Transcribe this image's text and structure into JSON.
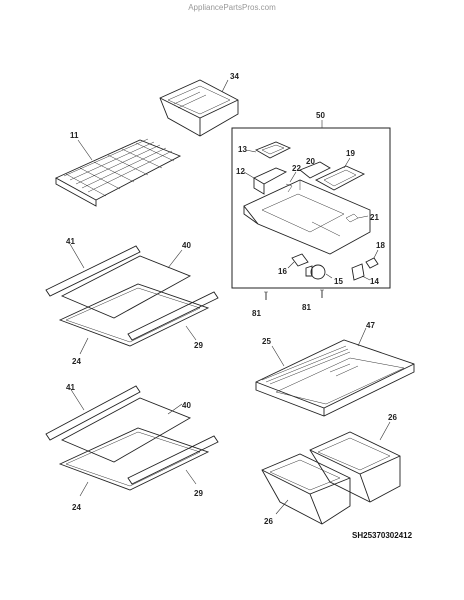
{
  "header": {
    "source": "AppliancePartsPros.com"
  },
  "diagram_code": "SH25370302412",
  "callouts": {
    "c34": "34",
    "c11": "11",
    "c50": "50",
    "c13": "13",
    "c12": "12",
    "c22": "22",
    "c20": "20",
    "c19": "19",
    "c21": "21",
    "c18": "18",
    "c16": "16",
    "c15": "15",
    "c14": "14",
    "c81a": "81",
    "c81b": "81",
    "c41a": "41",
    "c40a": "40",
    "c24a": "24",
    "c29a": "29",
    "c41b": "41",
    "c40b": "40",
    "c24b": "24",
    "c29b": "29",
    "c25": "25",
    "c47": "47",
    "c26a": "26",
    "c26b": "26"
  }
}
